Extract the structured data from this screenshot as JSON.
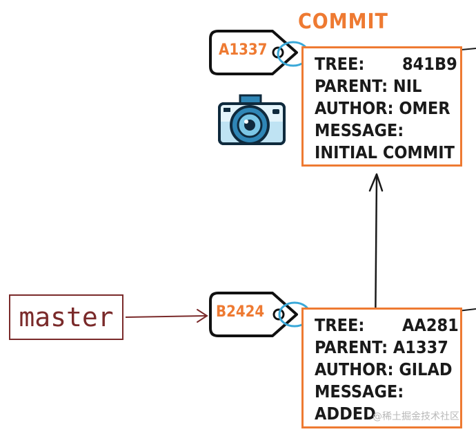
{
  "heading": "COMMIT",
  "branch": {
    "label": "master"
  },
  "commits": [
    {
      "tag": "A1337",
      "tree_label": "TREE:",
      "tree_value": "841B9",
      "parent": "PARENT: NIL",
      "author": "AUTHOR: OMER",
      "message_label": "MESSAGE:",
      "message_value": "INITIAL COMMIT"
    },
    {
      "tag": "B2424",
      "tree_label": "TREE:",
      "tree_value": "AA281",
      "parent": "PARENT: A1337",
      "author": "AUTHOR: GILAD",
      "message_label": "MESSAGE:",
      "message_value": "ADDED"
    }
  ],
  "watermark": "@稀土掘金技术社区",
  "icons": {
    "snapshot": "camera-icon"
  },
  "colors": {
    "accent": "#ee7a32",
    "branch": "#7a2a2a",
    "ring": "#3aa8d8",
    "ink": "#1a1a1a"
  }
}
